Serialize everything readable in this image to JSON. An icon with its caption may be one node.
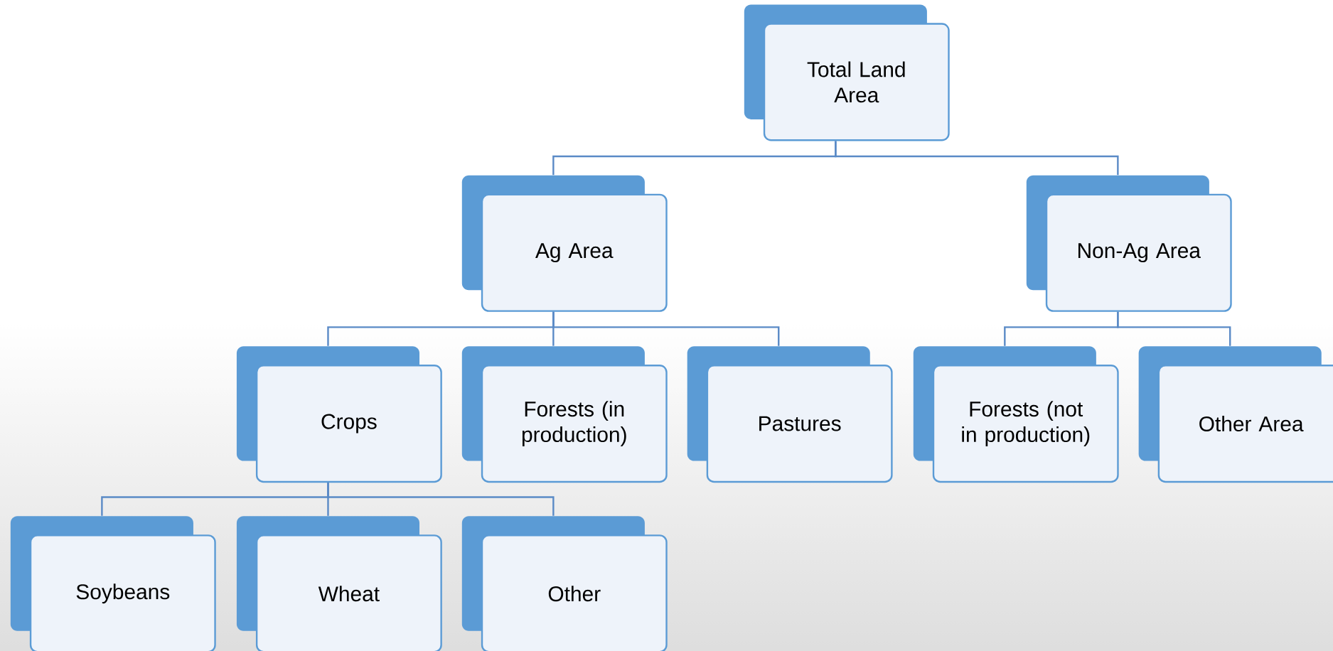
{
  "diagram": {
    "nodes": [
      {
        "text": [
          "Total Land Area"
        ]
      },
      {
        "text": [
          "Ag Area"
        ]
      },
      {
        "text": [
          "Non-Ag Area"
        ]
      },
      {
        "text": [
          "Crops"
        ]
      },
      {
        "text": [
          "Forests (in production)"
        ]
      },
      {
        "text": [
          "Pastures"
        ]
      },
      {
        "text": [
          "Forests (not in production)"
        ]
      },
      {
        "text": [
          "Other Area"
        ]
      },
      {
        "text": [
          "Soybeans"
        ]
      },
      {
        "text": [
          "Wheat"
        ]
      },
      {
        "text": [
          "Other"
        ]
      }
    ],
    "edges": [
      {
        "from": 0,
        "to": 1,
        "arrow": "none"
      },
      {
        "from": 0,
        "to": 2,
        "arrow": "none"
      },
      {
        "from": 1,
        "to": 3,
        "arrow": "none"
      },
      {
        "from": 1,
        "to": 4,
        "arrow": "none"
      },
      {
        "from": 1,
        "to": 5,
        "arrow": "none"
      },
      {
        "from": 2,
        "to": 6,
        "arrow": "none"
      },
      {
        "from": 2,
        "to": 7,
        "arrow": "none"
      },
      {
        "from": 3,
        "to": 8,
        "arrow": "none"
      },
      {
        "from": 3,
        "to": 9,
        "arrow": "none"
      },
      {
        "from": 3,
        "to": 10,
        "arrow": "none"
      }
    ]
  }
}
